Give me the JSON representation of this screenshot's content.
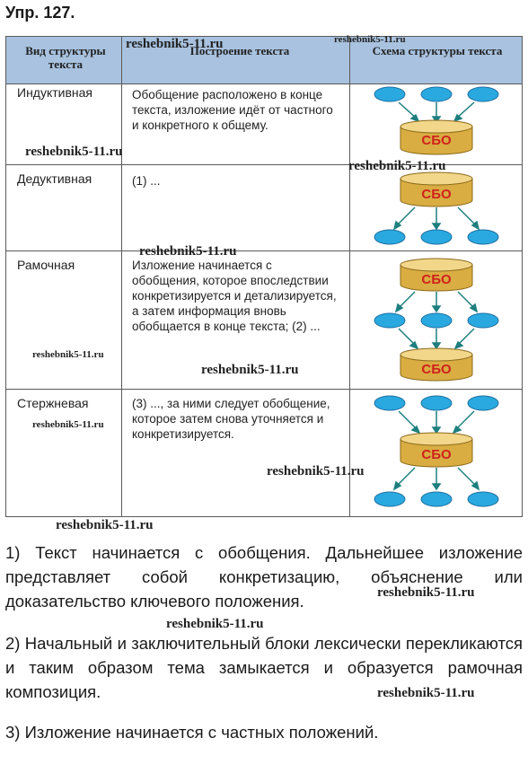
{
  "title": "Упр. 127.",
  "table": {
    "headers": [
      "Вид структуры текста",
      "Построение текста",
      "Схема структуры текста"
    ],
    "rows": [
      {
        "type": "Индуктивная",
        "text": "Обобщение расположено в конце текста, изложение идёт от частного и конкретного к общему.",
        "scheme": "inductive"
      },
      {
        "type": "Дедуктивная",
        "text": "(1) ...",
        "scheme": "deductive"
      },
      {
        "type": "Рамочная",
        "text": "Изложение начинается с обобщения, которое впоследствии конкретизируется и детализируется, а затем информация вновь обобщается в конце текста; (2) ...",
        "scheme": "frame"
      },
      {
        "type": "Стержневая",
        "text": "(3) ..., за ними следует обобщение, которое затем снова уточняется и конкретизируется.",
        "scheme": "core"
      }
    ],
    "block_label": "СБО"
  },
  "watermark": "reshebnik5-11.ru",
  "answers": [
    "1) Текст начинается с обобщения. Дальнейшее изложение представляет собой конкретизацию, объяснение или доказательство ключевого положения.",
    "2) Начальный и заключительный блоки лексически перекликаются и таким образом тема замыкается и образуется рамочная композиция.",
    "3) Изложение начинается с частных положений."
  ],
  "colors": {
    "header_bg": "#a8c2df",
    "oval": "#29a9e0",
    "block": "#e8c35a",
    "label": "#d0211c"
  }
}
